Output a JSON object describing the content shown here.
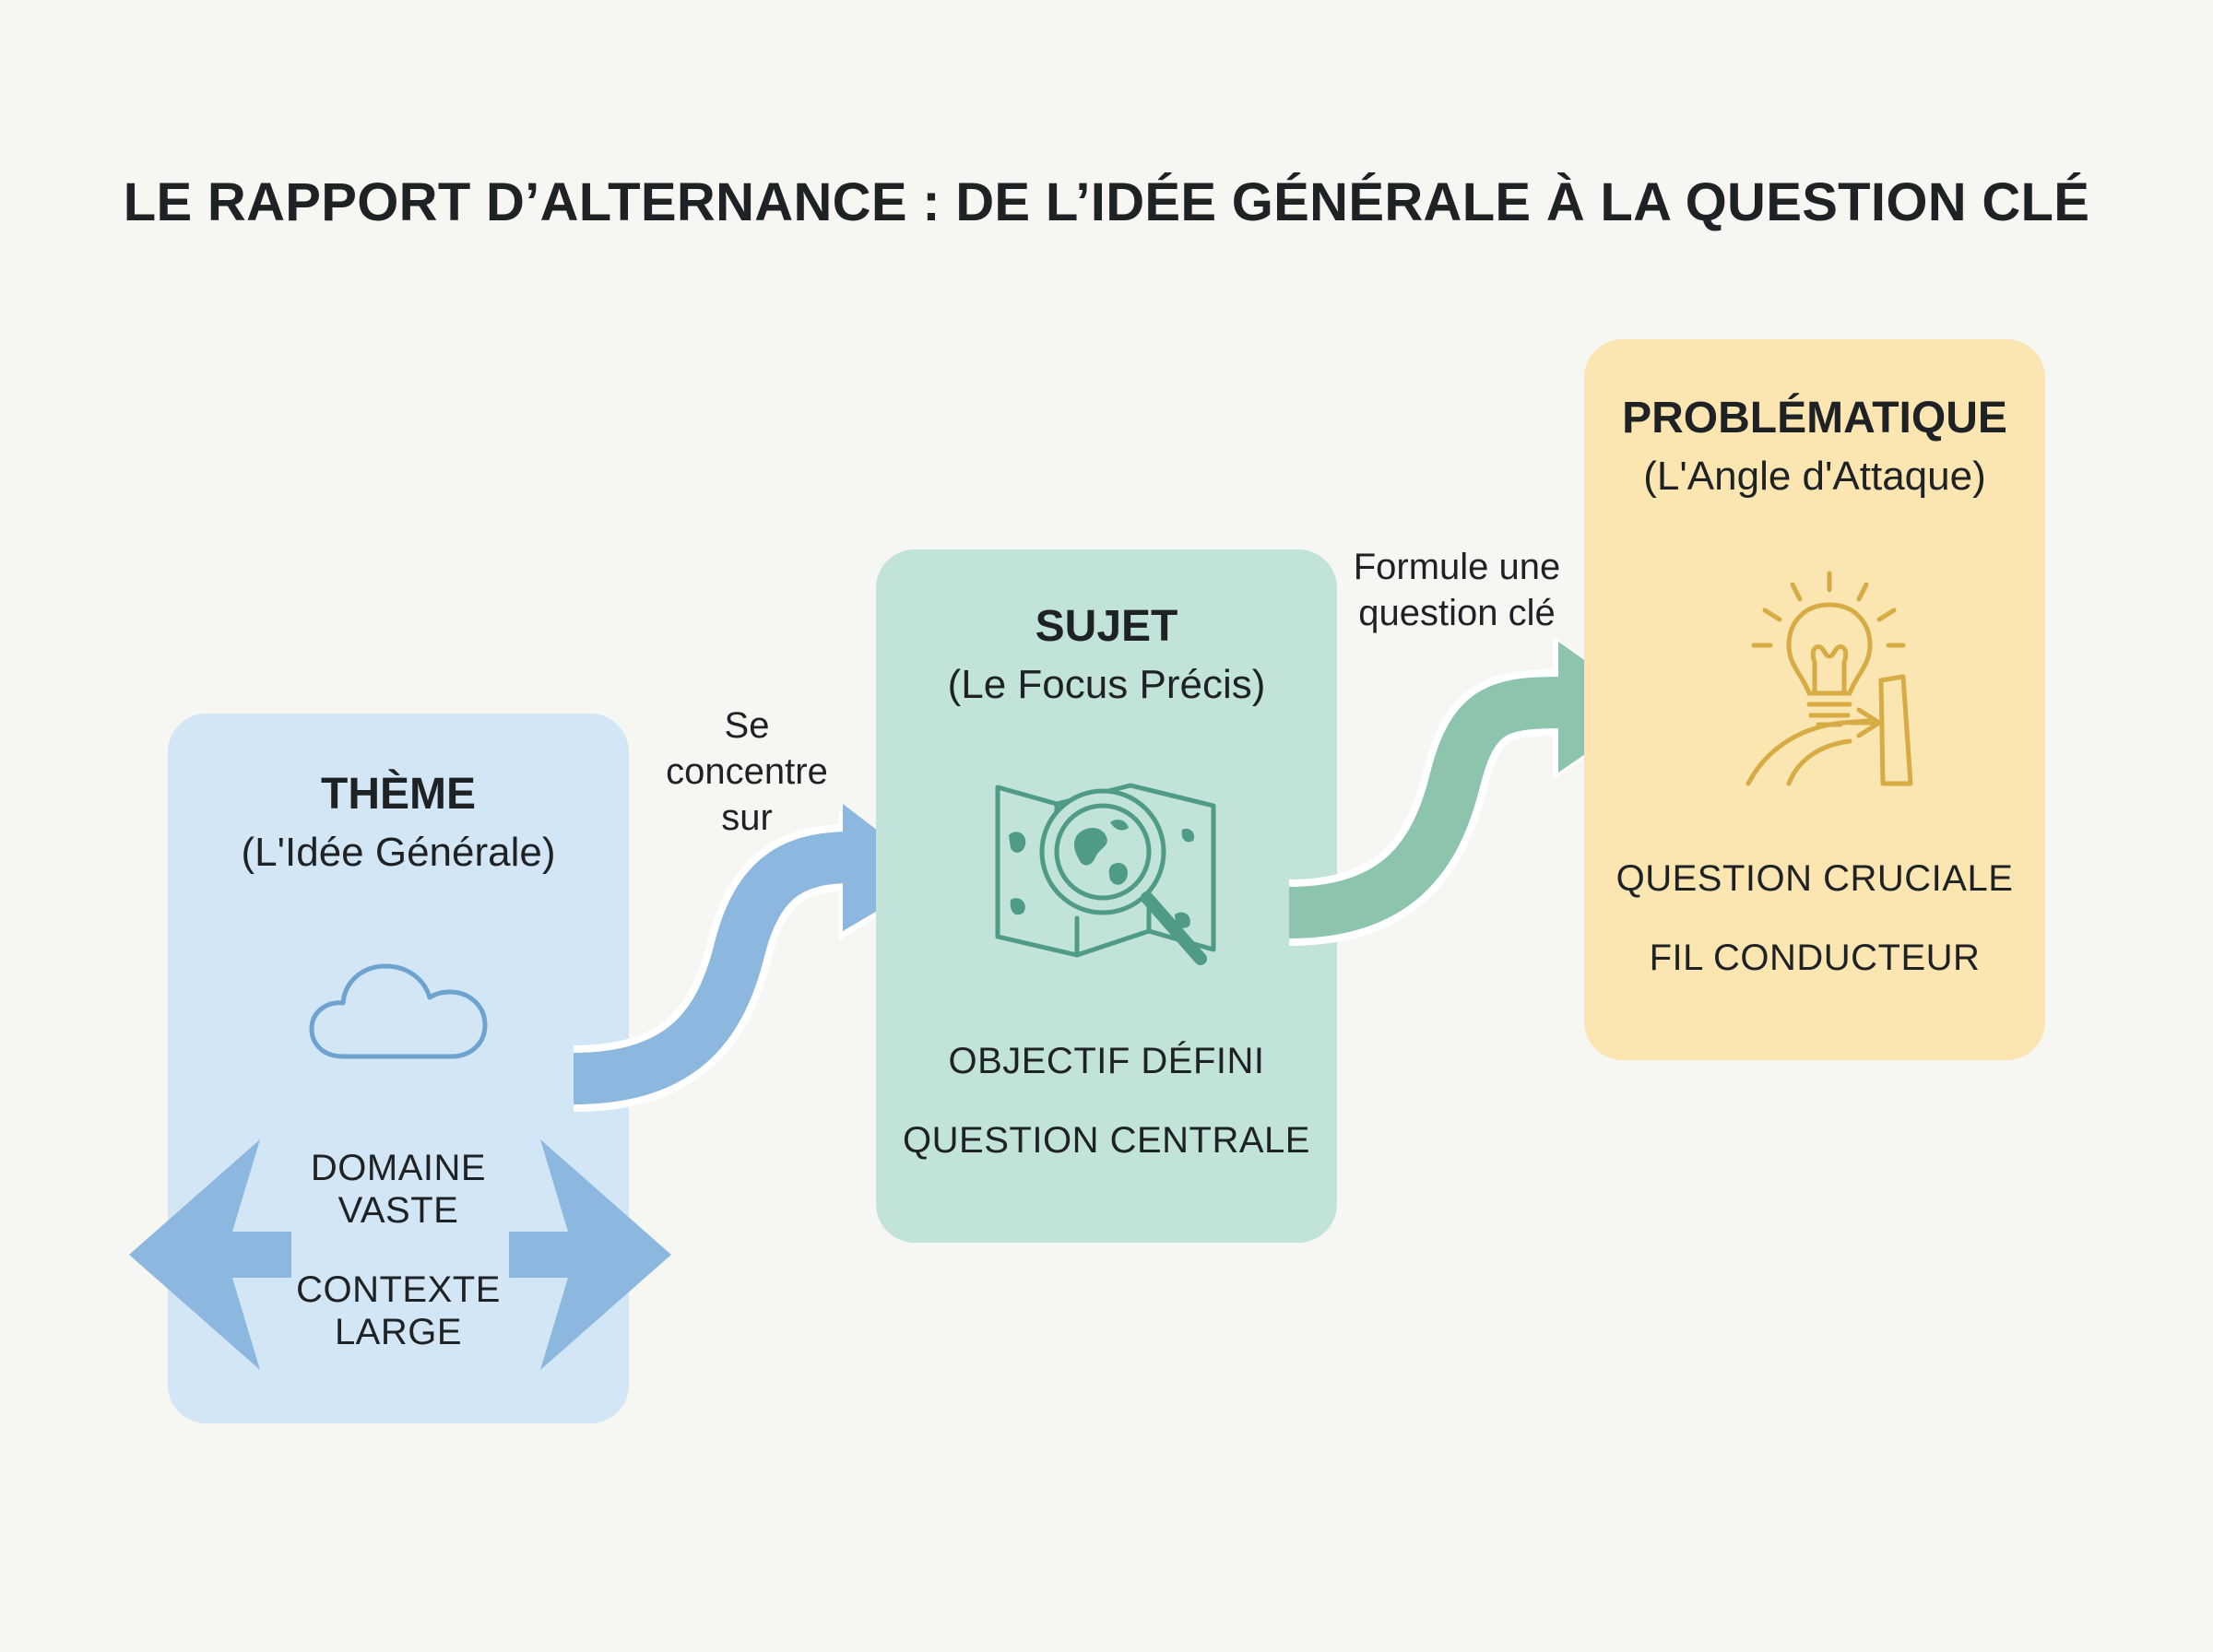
{
  "title": "LE RAPPORT D’ALTERNANCE : DE L’IDÉE GÉNÉRALE À LA QUESTION CLÉ",
  "cards": [
    {
      "title": "THÈME",
      "subtitle": "(L'Idée Générale)",
      "icon": "cloud-icon",
      "tags": [
        "DOMAINE",
        "VASTE",
        "CONTEXTE",
        "LARGE"
      ],
      "color": "#d2e6f5"
    },
    {
      "title": "SUJET",
      "subtitle": "(Le Focus Précis)",
      "icon": "map-magnifier-icon",
      "tags": [
        "OBJECTIF DÉFINI",
        "QUESTION CENTRALE"
      ],
      "color": "#c1e3d9"
    },
    {
      "title": "PROBLÉMATIQUE",
      "subtitle": "(L'Angle d'Attaque)",
      "icon": "lightbulb-path-icon",
      "tags": [
        "QUESTION CRUCIALE",
        "FIL CONDUCTEUR"
      ],
      "color": "#fbe5b1"
    }
  ],
  "connectors": [
    {
      "lines": [
        "Se",
        "concentre",
        "sur"
      ],
      "color": "#8cb7de"
    },
    {
      "lines": [
        "Formule une",
        "question clé"
      ],
      "color": "#8cc4ae"
    }
  ],
  "colors": {
    "blue_icon": "#6fa3cf",
    "green_icon": "#4f9b85",
    "gold_icon": "#d7ac45",
    "text": "#1f2224"
  }
}
